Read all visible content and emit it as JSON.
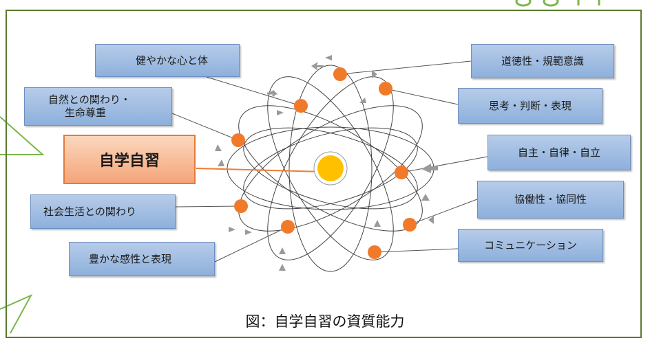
{
  "center_label": "自学自習",
  "caption": "図：自学自習の資質能力",
  "left_items": {
    "health": "健やかな心と体",
    "nature_1": "自然との関わり・",
    "nature_2": "生命尊重",
    "society": "社会生活との関わり",
    "sensitivity": "豊かな感性と表現"
  },
  "right_items": {
    "morality": "道徳性・規範意識",
    "thinking": "思考・判断・表現",
    "autonomy": "自主・自律・自立",
    "cooperation": "協働性・協同性",
    "communication": "コミュニケーション"
  },
  "colors": {
    "frame": "#5a7a2e",
    "box_fill": "#9fbde3",
    "main_fill": "#f7b48a",
    "main_border": "#e57a3b",
    "electron": "#f07a2a",
    "nucleus": "#ffc000"
  }
}
